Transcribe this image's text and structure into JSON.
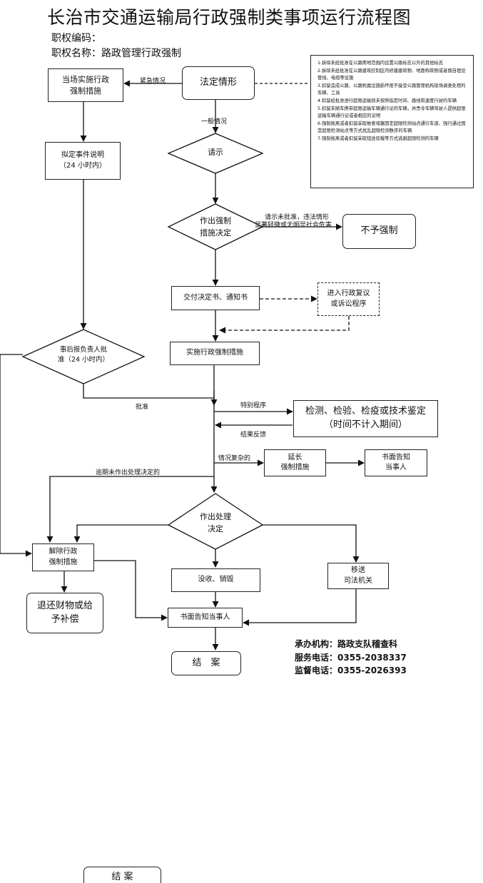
{
  "title": "长治市交通运输局行政强制类事项运行流程图",
  "power_code": "职权编码：",
  "power_name": "职权名称：路政管理行政强制",
  "legal_situations": [
    "1.拆除未经批准在公路用地范围内设置公路标志以外的其他标志",
    "2.拆除未经批准在公路建筑控制区内修建建筑物、地面构筑物或者擅自埋设管线、电缆等设施",
    "3.扣留造成公路、公路附属设施损坏拒不接受公路管理机构现场调查处理的车辆、工具",
    "4.扣留经批准进行超限运输但未按照指定时间、路线和速度行驶的车辆",
    "5.扣留未随车携带超限运输车辆通行证的车辆，并责令车辆驾驶人提供超限运输车辆通行证或者相应的证明",
    "6.强制拖离或者扣留采取故意堵塞固定超限检测站点通行车道、强行通过固定超限检测站点等方式扰乱超限检测秩序的车辆",
    "7.强制拖离或者扣留采取短途驳载等方式逃避超限检测的车辆"
  ],
  "nodes": {
    "legal_situation": "法定情形",
    "onsite_line1": "当场实施行政",
    "onsite_line2": "强制措施",
    "draft_line1": "拟定事件说明",
    "draft_line2": "（24 小时内）",
    "request": "请示",
    "decide_line1": "作出强制",
    "decide_line2": "措施决定",
    "no_enforce": "不予强制",
    "deliver": "交付决定书、通知书",
    "review_line1": "进入行政复议",
    "review_line2": "或诉讼程序",
    "report_line1": "事后报负责人批",
    "report_line2": "准（24 小时内）",
    "implement": "实施行政强制措施",
    "inspect_line1": "检测、检验、检疫或技术鉴定",
    "inspect_line2": "（时间不计入期间）",
    "extend_line1": "延长",
    "extend_line2": "强制措施",
    "notify_line1": "书面告知",
    "notify_line2": "当事人",
    "handle_line1": "作出处理",
    "handle_line2": "决定",
    "release_line1": "解除行政",
    "release_line2": "强制措施",
    "confiscate": "没收、销毁",
    "transfer_line1": "移送",
    "transfer_line2": "司法机关",
    "return_line1": "退还财物或给",
    "return_line2": "予补偿",
    "notify_party": "书面告知当事人",
    "close": "结　案",
    "close_bottom": "结 案"
  },
  "edge_labels": {
    "urgent": "紧急情况",
    "general": "一般情况",
    "not_approved_line1": "请示未批准，违法情形",
    "not_approved_line2": "显著轻微或无明显社会危害",
    "approved": "批准",
    "special": "特别程序",
    "feedback": "结果反馈",
    "complex": "情况复杂的",
    "overdue": "逾期未作出处理决定的"
  },
  "contact": {
    "org": "承办机构：路政支队稽查科",
    "service": "服务电话：0355-2038337",
    "supervise": "监督电话：0355-2026393"
  }
}
